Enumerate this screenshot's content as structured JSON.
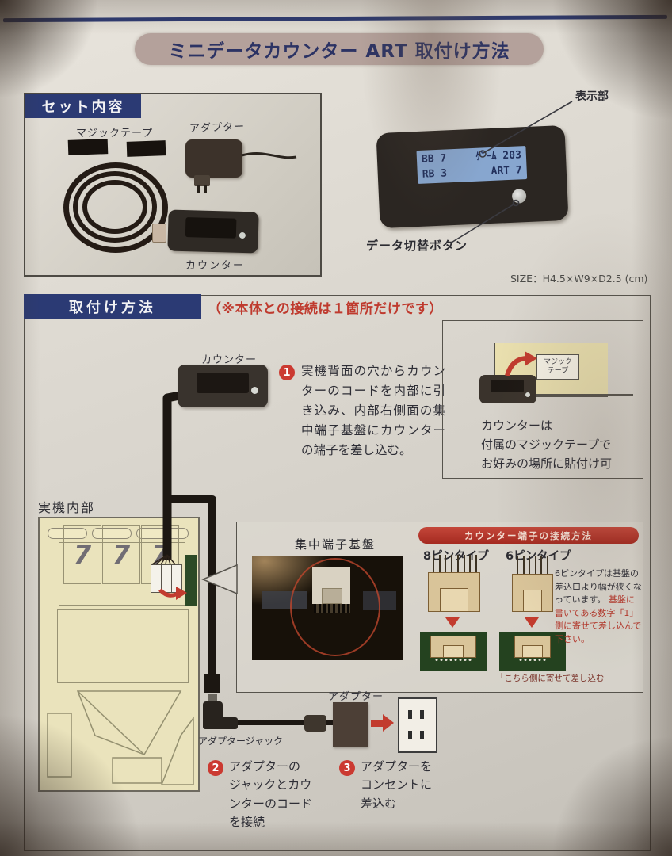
{
  "page": {
    "title": "ミニデータカウンター ART 取付け方法"
  },
  "set_contents": {
    "header": "セット内容",
    "magic_tape_label": "マジックテープ",
    "adapter_label": "アダプター",
    "counter_label": "カウンター"
  },
  "display_unit": {
    "display_label": "表示部",
    "switch_button_label": "データ切替ボタン",
    "lcd": {
      "line1_left": "BB 7",
      "line1_right": "ｹﾞｰﾑ 203",
      "line2_left": "RB 3",
      "line2_right": "ART  7"
    },
    "size_note": "SIZE：H4.5×W9×D2.5 (cm)"
  },
  "install": {
    "header": "取付け方法",
    "note": "（※本体との接続は１箇所だけです）",
    "counter_label": "カウンター",
    "machine_label": "実機内部",
    "reels": [
      "7",
      "7",
      "7"
    ],
    "step1": {
      "num": "1",
      "text": "実機背面の穴からカウンターのコードを内部に引き込み、内部右側面の集中端子基盤にカウンターの端子を差し込む。"
    },
    "tape_note": {
      "tape_label": "マジック\nテープ",
      "caption": "カウンターは\n付属のマジックテープで\nお好みの場所に貼付け可"
    },
    "terminal": {
      "photo_label": "集中端子基盤",
      "banner": "カウンター端子の接続方法",
      "pin8_label": "8ピンタイプ",
      "pin6_label": "6ピンタイプ",
      "note_black": "6ピンタイプは基盤の差込口より幅が狭くなっています。",
      "note_red": "基盤に書いてある数字「1」側に寄せて差し込んで下さい。",
      "bottom_note": "└こちら側に寄せて差し込む"
    },
    "adapter_jack_label": "アダプタージャック",
    "adapter_label": "アダプター",
    "step2": {
      "num": "2",
      "text": "アダプターの\nジャックとカウ\nンターのコード\nを接続"
    },
    "step3": {
      "num": "3",
      "text": "アダプターを\nコンセントに\n差込む"
    }
  },
  "colors": {
    "navy": "#2b3a74",
    "red": "#c23b2e",
    "paper": "#d9d5cd",
    "pcb_green": "#24421f",
    "lcd_blue": "#87a6cf",
    "title_pill": "#b4a19b"
  }
}
